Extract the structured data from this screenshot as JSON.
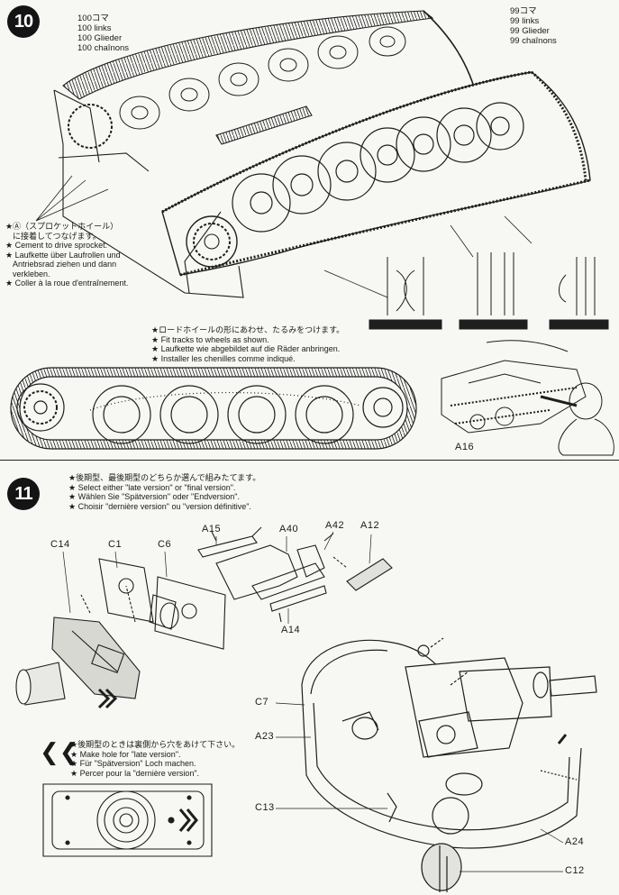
{
  "step10": {
    "number": "10",
    "links_100": [
      "100コマ",
      "100 links",
      "100 Glieder",
      "100 chaînons"
    ],
    "links_99": [
      "99コマ",
      "99 links",
      "99 Glieder",
      "99 chaînons"
    ],
    "cement_note": [
      "★Ⓐ（スプロケットホイール）",
      "に接着してつなげます。",
      "★ Cement to drive sprocket.",
      "★ Laufkette über Laufrollen und",
      "Antriebsrad ziehen und dann",
      "verkleben.",
      "★ Coller à la roue d'entraînement."
    ],
    "fit_note": [
      "★ロードホイールの形にあわせ、たるみをつけます。",
      "★ Fit tracks to wheels as shown.",
      "★ Laufkette wie abgebildet auf die Räder anbringen.",
      "★ Installer les chenilles comme indiqué."
    ],
    "part_a16": "A16"
  },
  "step11": {
    "number": "11",
    "select_note": [
      "★後期型、最後期型のどちらか選んで組みたてます。",
      "★ Select either \"late version\" or \"final version\".",
      "★ Wählen Sie \"Spätversion\" oder \"Endversion\".",
      "★ Choisir \"dernière version\" ou \"version définitive\"."
    ],
    "hole_note": [
      "★後期型のときは裏側から穴をあけて下さい。",
      "★ Make hole for \"late version\".",
      "★ Für \"Spätversion\" Loch machen.",
      "★ Percer pour la \"dernière version\"."
    ],
    "parts": {
      "c14": "C14",
      "c1": "C1",
      "c6": "C6",
      "a15": "A15",
      "a40": "A40",
      "a42": "A42",
      "a12": "A12",
      "a14": "A14",
      "c7": "C7",
      "a23": "A23",
      "c13": "C13",
      "a24": "A24",
      "c12": "C12"
    }
  }
}
